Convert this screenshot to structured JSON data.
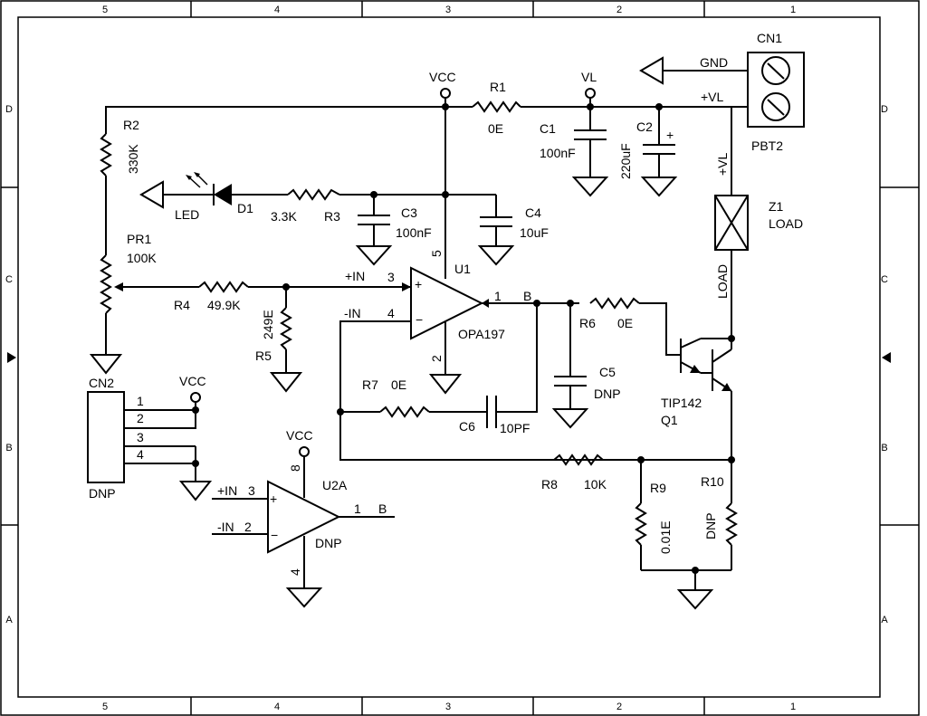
{
  "frame": {
    "columns": [
      "5",
      "4",
      "3",
      "2",
      "1"
    ],
    "rows": [
      "D",
      "C",
      "B",
      "A"
    ]
  },
  "nets": {
    "vcc": "VCC",
    "vl": "VL",
    "plus_vl": "+VL",
    "gnd": "GND",
    "plus_in": "+IN",
    "minus_in": "-IN",
    "b": "B",
    "load": "LOAD"
  },
  "components": {
    "r1": {
      "ref": "R1",
      "value": "0E"
    },
    "r2": {
      "ref": "R2",
      "value": "330K"
    },
    "r3": {
      "ref": "R3",
      "value": "3.3K"
    },
    "r4": {
      "ref": "R4",
      "value": "49.9K"
    },
    "r5": {
      "ref": "R5",
      "value": "249E"
    },
    "r6": {
      "ref": "R6",
      "value": "0E"
    },
    "r7": {
      "ref": "R7",
      "value": "0E"
    },
    "r8": {
      "ref": "R8",
      "value": "10K"
    },
    "r9": {
      "ref": "R9",
      "value": "0.01E"
    },
    "r10": {
      "ref": "R10",
      "value": "DNP"
    },
    "c1": {
      "ref": "C1",
      "value": "100nF"
    },
    "c2": {
      "ref": "C2",
      "value": "220uF"
    },
    "c3": {
      "ref": "C3",
      "value": "100nF"
    },
    "c4": {
      "ref": "C4",
      "value": "10uF"
    },
    "c5": {
      "ref": "C5",
      "value": "DNP"
    },
    "c6": {
      "ref": "C6",
      "value": "10PF"
    },
    "d1": {
      "ref": "D1",
      "value": "LED"
    },
    "pr1": {
      "ref": "PR1",
      "value": "100K"
    },
    "u1": {
      "ref": "U1",
      "value": "OPA197",
      "pins": {
        "plus": "3",
        "minus": "4",
        "out": "1",
        "vcc": "5",
        "gnd": "2"
      }
    },
    "u2a": {
      "ref": "U2A",
      "value": "DNP",
      "pins": {
        "plus": "3",
        "minus": "2",
        "out": "1",
        "vcc": "8",
        "gnd": "4"
      }
    },
    "q1": {
      "ref": "Q1",
      "value": "TIP142"
    },
    "z1": {
      "ref": "Z1",
      "value": "LOAD"
    },
    "cn1": {
      "ref": "CN1",
      "value": "PBT2"
    },
    "cn2": {
      "ref": "CN2",
      "value": "DNP",
      "pins": [
        "1",
        "2",
        "3",
        "4"
      ]
    }
  }
}
